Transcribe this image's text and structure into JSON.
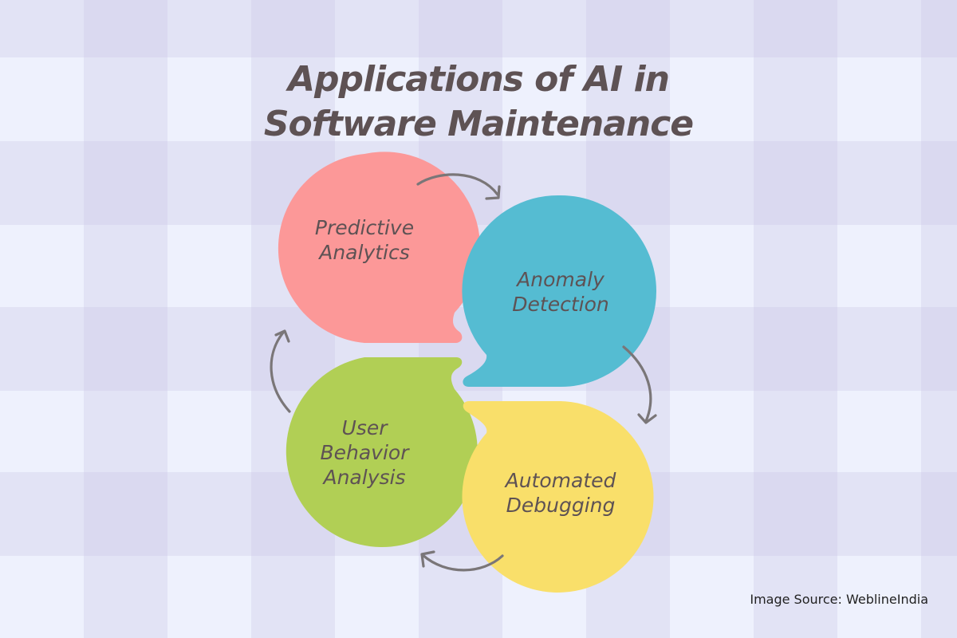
{
  "title": {
    "line1": "Applications of AI in",
    "line2": "Software Maintenance"
  },
  "bubbles": [
    {
      "id": "predictive-analytics",
      "lines": [
        "Predictive",
        "Analytics"
      ],
      "color": "#fc9898"
    },
    {
      "id": "anomaly-detection",
      "lines": [
        "Anomaly",
        "Detection"
      ],
      "color": "#55bcd2"
    },
    {
      "id": "automated-debugging",
      "lines": [
        "Automated",
        "Debugging"
      ],
      "color": "#f9df6a"
    },
    {
      "id": "user-behavior-analysis",
      "lines": [
        "User",
        "Behavior",
        "Analysis"
      ],
      "color": "#b1cf55"
    }
  ],
  "flow": [
    "Predictive Analytics",
    "Anomaly Detection",
    "Automated Debugging",
    "User Behavior Analysis"
  ],
  "arrow_color": "#7a7678",
  "text_color": "#5e5254",
  "source": "Image Source: WeblineIndia"
}
